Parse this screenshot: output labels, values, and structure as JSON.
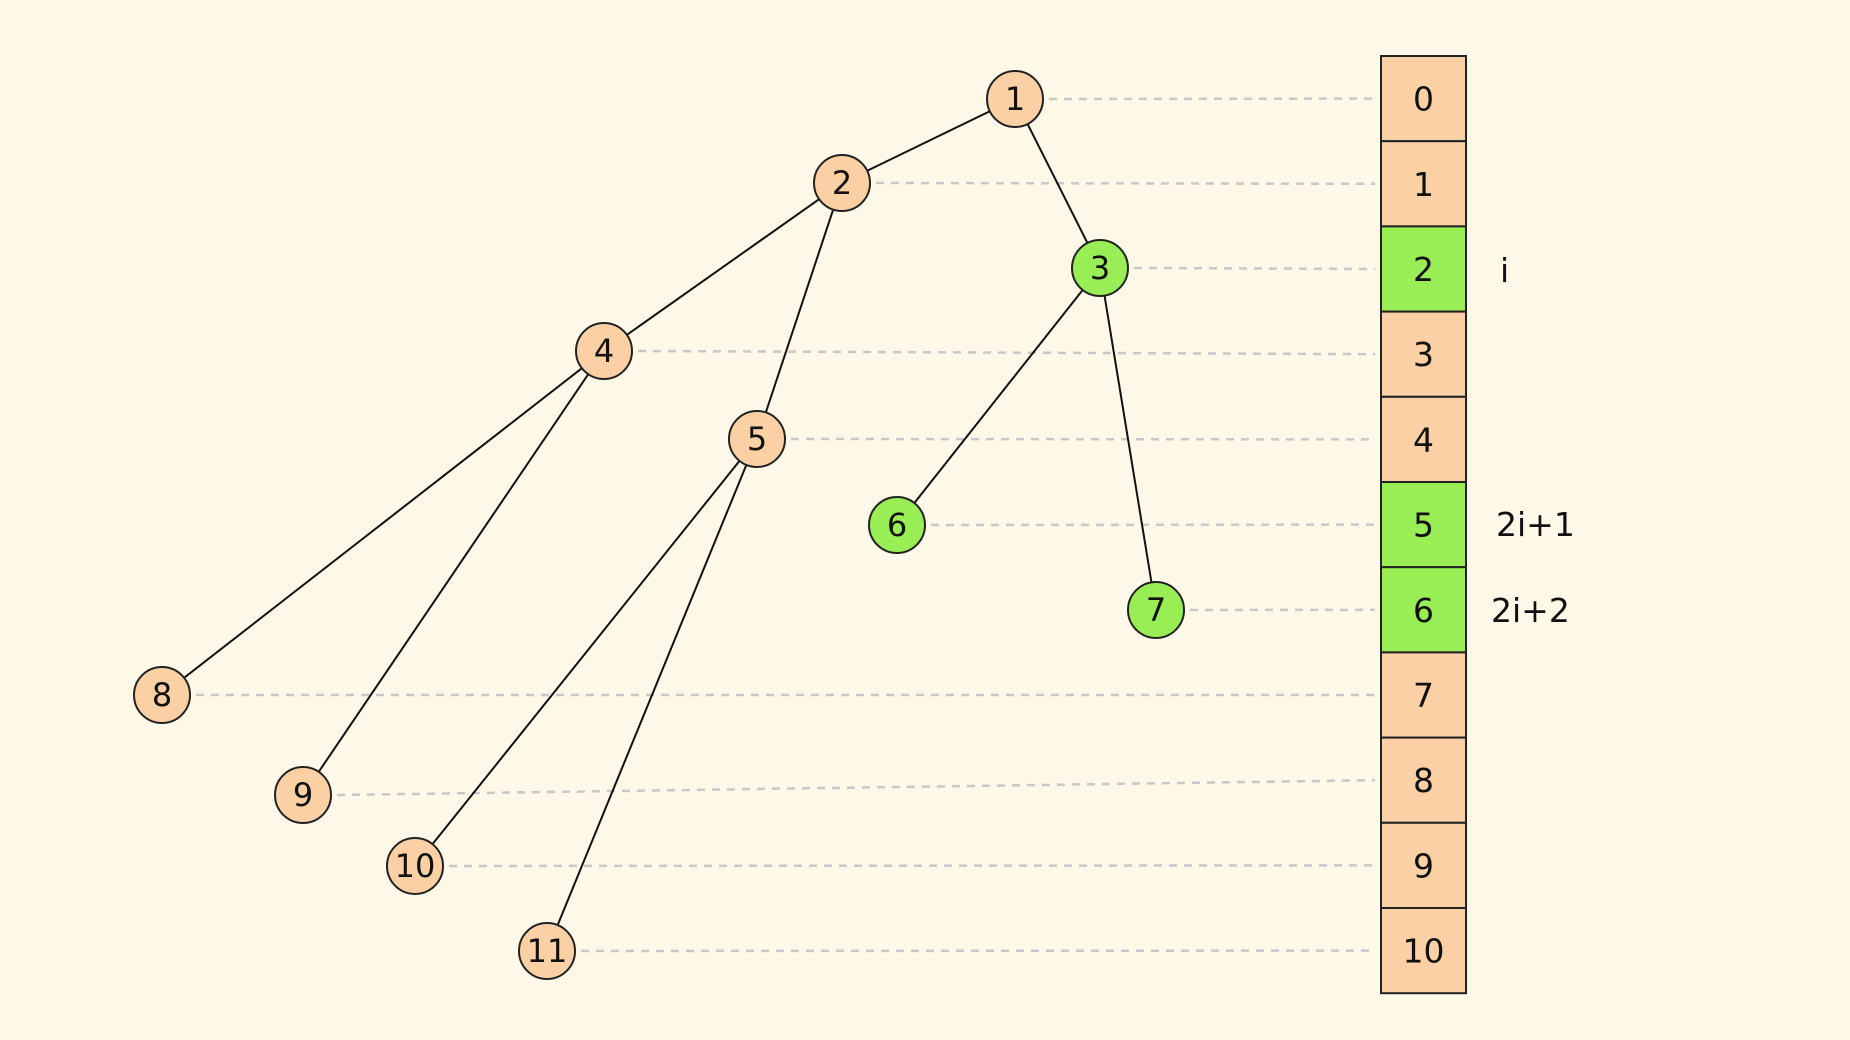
{
  "colors": {
    "background": "#fdf8e8",
    "node_default": "#fbd0a4",
    "node_highlight": "#99ee55",
    "outline": "#222222",
    "edge": "#111111",
    "guide_line": "#c8c8c8"
  },
  "tree": {
    "nodes": [
      {
        "label": "1",
        "highlight": false
      },
      {
        "label": "2",
        "highlight": false
      },
      {
        "label": "3",
        "highlight": true
      },
      {
        "label": "4",
        "highlight": false
      },
      {
        "label": "5",
        "highlight": false
      },
      {
        "label": "6",
        "highlight": true
      },
      {
        "label": "7",
        "highlight": true
      },
      {
        "label": "8",
        "highlight": false
      },
      {
        "label": "9",
        "highlight": false
      },
      {
        "label": "10",
        "highlight": false
      },
      {
        "label": "11",
        "highlight": false
      }
    ],
    "edges": [
      [
        "1",
        "2"
      ],
      [
        "1",
        "3"
      ],
      [
        "2",
        "4"
      ],
      [
        "2",
        "5"
      ],
      [
        "3",
        "6"
      ],
      [
        "3",
        "7"
      ],
      [
        "4",
        "8"
      ],
      [
        "4",
        "9"
      ],
      [
        "5",
        "10"
      ],
      [
        "5",
        "11"
      ]
    ]
  },
  "array": {
    "cells": [
      {
        "label": "0",
        "highlight": false
      },
      {
        "label": "1",
        "highlight": false
      },
      {
        "label": "2",
        "highlight": true
      },
      {
        "label": "3",
        "highlight": false
      },
      {
        "label": "4",
        "highlight": false
      },
      {
        "label": "5",
        "highlight": true
      },
      {
        "label": "6",
        "highlight": true
      },
      {
        "label": "7",
        "highlight": false
      },
      {
        "label": "8",
        "highlight": false
      },
      {
        "label": "9",
        "highlight": false
      },
      {
        "label": "10",
        "highlight": false
      }
    ]
  },
  "formulas": {
    "parent": "i",
    "left_child": "2i+1",
    "right_child": "2i+2"
  }
}
